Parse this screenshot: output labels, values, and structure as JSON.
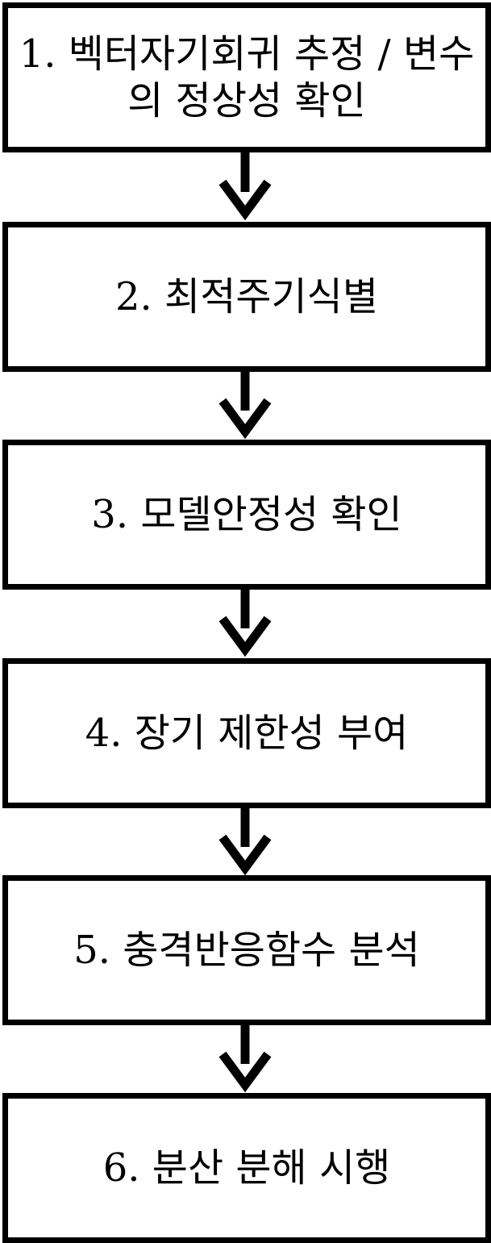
{
  "steps": [
    {
      "label": "1. 벡터자기회귀 추정 / 변수\n의 정상성 확인"
    },
    {
      "label": "2. 최적주기식별"
    },
    {
      "label": "3. 모델안정성 확인"
    },
    {
      "label": "4. 장기 제한성 부여"
    },
    {
      "label": "5. 충격반응함수 분석"
    },
    {
      "label": "6. 분산 분해 시행"
    }
  ],
  "colors": {
    "stroke": "#000000",
    "background": "#ffffff"
  }
}
